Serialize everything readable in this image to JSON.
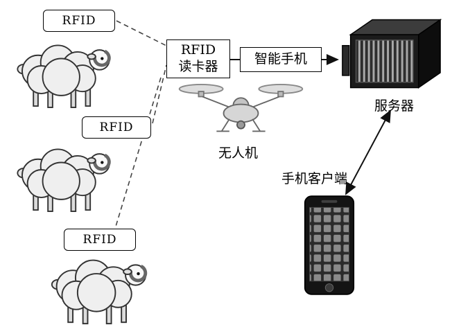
{
  "diagram": {
    "tags": [
      {
        "label": "RFID"
      },
      {
        "label": "RFID"
      },
      {
        "label": "RFID"
      }
    ],
    "reader": {
      "line1": "RFID",
      "line2": "读卡器"
    },
    "smartphone": {
      "label": "智能手机"
    },
    "server": {
      "label": "服务器"
    },
    "drone": {
      "label": "无人机"
    },
    "client": {
      "label": "手机客户端"
    }
  },
  "colors": {
    "line": "#444444",
    "box_border": "#000000",
    "background": "#ffffff"
  }
}
